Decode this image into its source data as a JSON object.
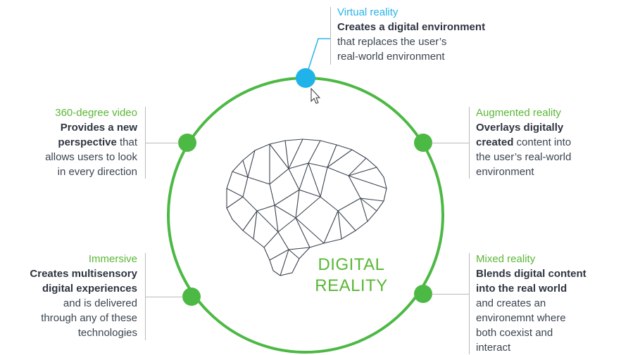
{
  "center": {
    "line1": "DIGITAL",
    "line2": "REALITY"
  },
  "items": {
    "virtual_reality": {
      "title": "Virtual reality",
      "bold": "Creates a digital environment",
      "rest_lines": [
        "that replaces the user’s",
        "real-world environment"
      ]
    },
    "augmented_reality": {
      "title": "Augmented reality",
      "bold_line1": "Overlays digitally",
      "bold_line2": "created",
      "rest_after_bold": " content into",
      "rest_lines": [
        "the user’s real-world",
        "environment"
      ]
    },
    "video_360": {
      "title": "360-degree video",
      "bold_line1": "Provides a new",
      "bold_line2": "perspective",
      "rest_after_bold": " that",
      "rest_lines": [
        "allows users to look",
        "in every direction"
      ]
    },
    "immersive": {
      "title": "Immersive",
      "bold_lines": [
        "Creates multisensory",
        "digital experiences"
      ],
      "rest_lines": [
        "and is delivered",
        "through any of these",
        "technologies"
      ]
    },
    "mixed_reality": {
      "title": "Mixed reality",
      "bold_lines": [
        "Blends digital content",
        "into the real world"
      ],
      "rest_lines": [
        "and creates an",
        "environemnt where",
        "both coexist and",
        "interact"
      ]
    }
  },
  "colors": {
    "green": "#4cb944",
    "blue": "#1fb3ea",
    "line": "#b9b9b9"
  },
  "icons": [
    "brain-wireframe-icon",
    "mouse-cursor-icon"
  ]
}
